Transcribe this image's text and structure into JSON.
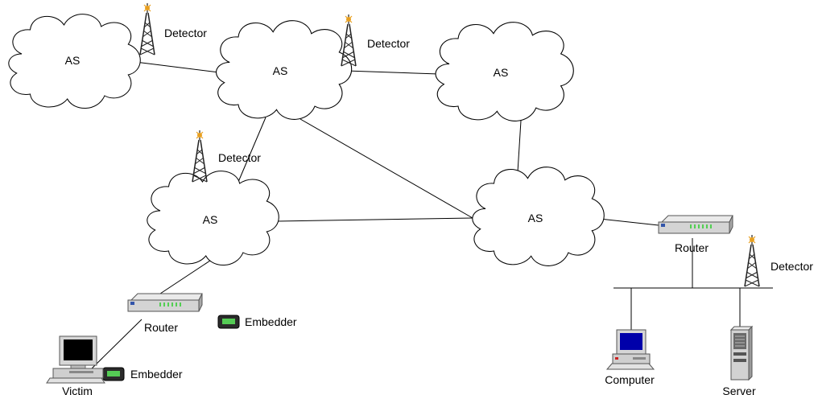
{
  "labels": {
    "as_1": "AS",
    "as_2": "AS",
    "as_3": "AS",
    "as_4": "AS",
    "as_5": "AS",
    "detector_1": "Detector",
    "detector_2": "Detector",
    "detector_3": "Detector",
    "detector_4": "Detector",
    "router_victim": "Router",
    "router_server": "Router",
    "embedder_1": "Embedder",
    "embedder_2": "Embedder",
    "victim": "Victim",
    "computer": "Computer",
    "server": "Server"
  },
  "icons": {
    "cloud": "cloud-icon",
    "tower": "antenna-tower-icon",
    "router": "router-icon",
    "embedder": "embedder-device-icon",
    "pc": "desktop-computer-icon",
    "server": "server-tower-icon"
  },
  "colors": {
    "line": "#000000",
    "tower": "#222222",
    "tower_tip": "#e8a020",
    "router_body": "#d8d8d8",
    "router_leds": "#33cc33",
    "embedder_screen": "#55cc55",
    "screen": "#0000aa",
    "monitor_body": "#d6d6d6"
  }
}
